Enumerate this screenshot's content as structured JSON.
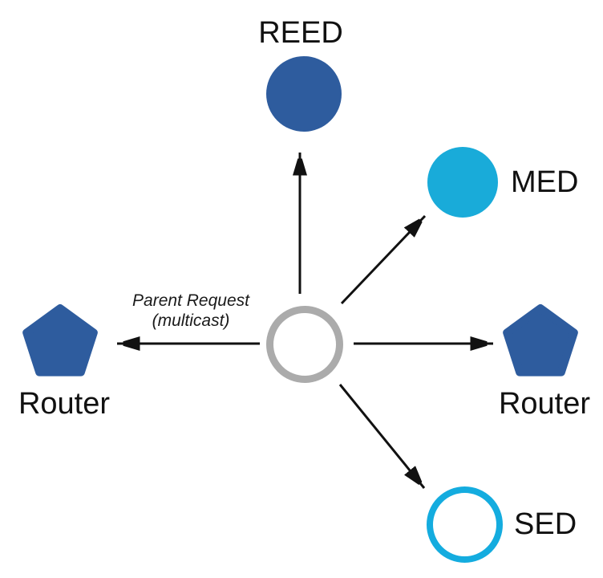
{
  "diagram": {
    "annotation": {
      "line1": "Parent Request",
      "line2": "(multicast)"
    },
    "nodes": {
      "reed": {
        "label": "REED",
        "shape": "filled-circle"
      },
      "med": {
        "label": "MED",
        "shape": "filled-circle"
      },
      "router_right": {
        "label": "Router",
        "shape": "pentagon"
      },
      "sed": {
        "label": "SED",
        "shape": "outlined-circle"
      },
      "router_left": {
        "label": "Router",
        "shape": "pentagon"
      },
      "center": {
        "label": "",
        "shape": "outlined-circle"
      }
    },
    "colors": {
      "blue": "#2E5C9E",
      "cyan_fill": "#19ABD9",
      "cyan_stroke": "#14ACDF",
      "gray_ring": "#ABABAB",
      "arrow": "#111111",
      "text": "#111111"
    }
  }
}
